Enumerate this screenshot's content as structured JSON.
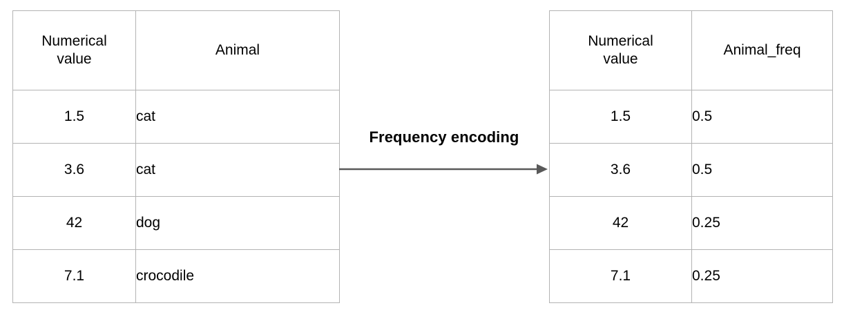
{
  "diagram": {
    "title_label": "Frequency encoding",
    "arrow": {
      "direction": "right",
      "color": "#595959"
    },
    "border_color": "#b3b3b3",
    "text_color": "#000000",
    "background_color": "#ffffff"
  },
  "source_table": {
    "name": "source-table",
    "headers": [
      "Numerical\nvalue",
      "Animal"
    ],
    "header_line1": "Numerical",
    "header_line2": "value",
    "header_animal": "Animal",
    "rows": [
      {
        "numerical_value": "1.5",
        "animal": "cat"
      },
      {
        "numerical_value": "3.6",
        "animal": "cat"
      },
      {
        "numerical_value": "42",
        "animal": "dog"
      },
      {
        "numerical_value": "7.1",
        "animal": "crocodile"
      }
    ]
  },
  "result_table": {
    "name": "result-table",
    "headers": [
      "Numerical\nvalue",
      "Animal_freq"
    ],
    "header_line1": "Numerical",
    "header_line2": "value",
    "header_freq": "Animal_freq",
    "rows": [
      {
        "numerical_value": "1.5",
        "animal_freq": "0.5"
      },
      {
        "numerical_value": "3.6",
        "animal_freq": "0.5"
      },
      {
        "numerical_value": "42",
        "animal_freq": "0.25"
      },
      {
        "numerical_value": "7.1",
        "animal_freq": "0.25"
      }
    ]
  }
}
